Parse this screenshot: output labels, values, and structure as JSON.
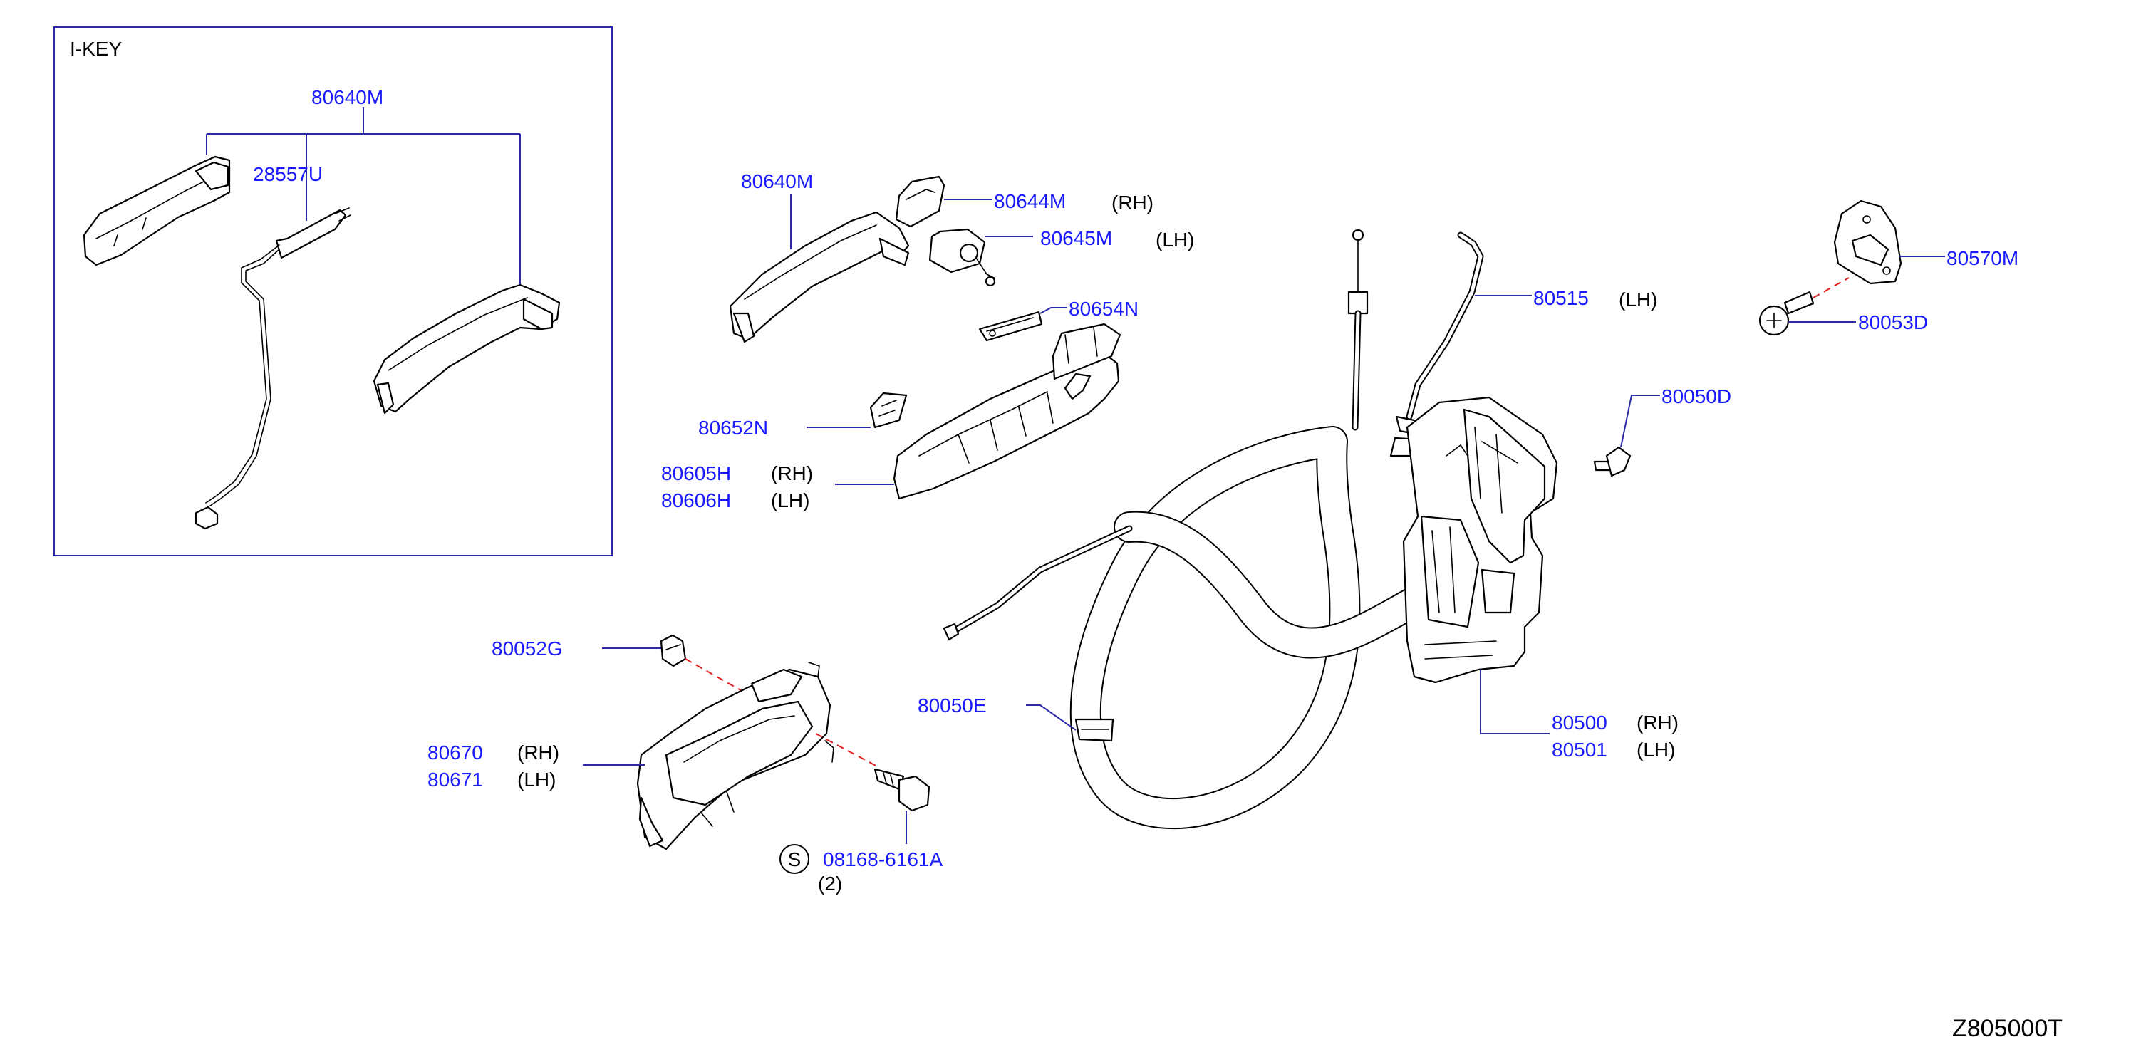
{
  "ikey_box": {
    "title": "I-KEY"
  },
  "parts": {
    "p80640M_ikey": "80640M",
    "p28557U": "28557U",
    "p80640M": "80640M",
    "p80644M": "80644M",
    "p80645M": "80645M",
    "p80654N": "80654N",
    "p80652N": "80652N",
    "p80605H": "80605H",
    "p80606H": "80606H",
    "p80052G": "80052G",
    "p80670": "80670",
    "p80671": "80671",
    "p08168": "08168-6161A",
    "p80050E": "80050E",
    "p80515": "80515",
    "p80050D": "80050D",
    "p80500": "80500",
    "p80501": "80501",
    "p80570M": "80570M",
    "p80053D": "80053D"
  },
  "sides": {
    "rh": "(RH)",
    "lh": "(LH)",
    "qty2": "(2)",
    "s_symbol": "S"
  },
  "diagram_id": "Z805000T",
  "colors": {
    "part_number": "#1a1aff",
    "leader": "#2a2aa8",
    "dash": "#e02020"
  }
}
